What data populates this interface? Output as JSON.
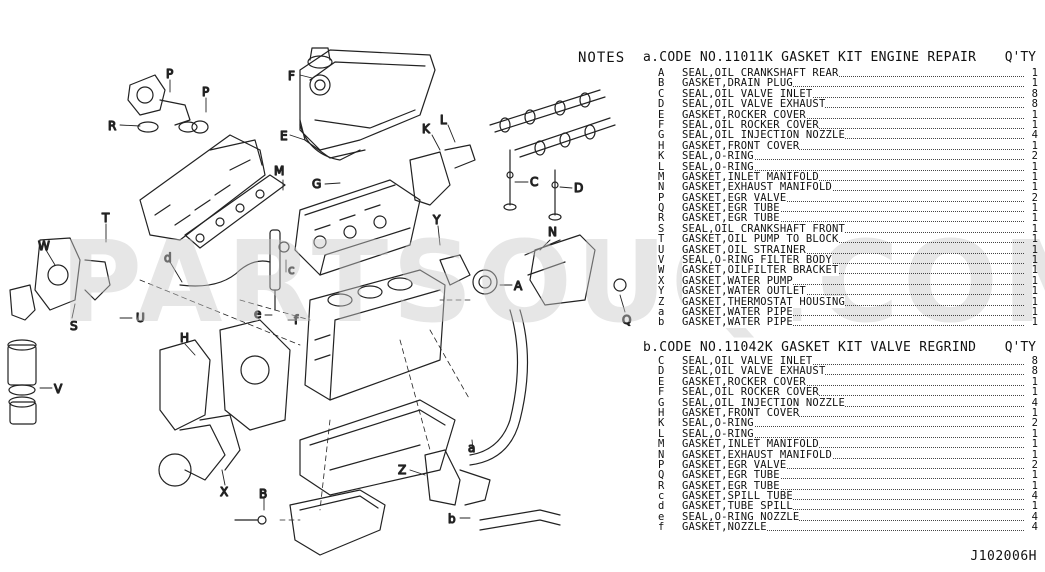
{
  "watermark": "PARTSOUQ.COM",
  "notes": {
    "word": "NOTES",
    "kits": [
      {
        "heading": "a.CODE NO.11011K GASKET KIT ENGINE REPAIR",
        "qty_heading": "Q'TY",
        "items": [
          {
            "letter": "A",
            "desc": "SEAL,OIL CRANKSHAFT REAR",
            "qty": "1"
          },
          {
            "letter": "B",
            "desc": "GASKET,DRAIN PLUG",
            "qty": "1"
          },
          {
            "letter": "C",
            "desc": "SEAL,OIL VALVE INLET",
            "qty": "8"
          },
          {
            "letter": "D",
            "desc": "SEAL,OIL VALVE EXHAUST",
            "qty": "8"
          },
          {
            "letter": "E",
            "desc": "GASKET,ROCKER COVER",
            "qty": "1"
          },
          {
            "letter": "F",
            "desc": "SEAL,OIL ROCKER COVER",
            "qty": "1"
          },
          {
            "letter": "G",
            "desc": "SEAL,OIL INJECTION NOZZLE",
            "qty": "4"
          },
          {
            "letter": "H",
            "desc": "GASKET,FRONT COVER",
            "qty": "1"
          },
          {
            "letter": "K",
            "desc": "SEAL,O-RING",
            "qty": "2"
          },
          {
            "letter": "L",
            "desc": "SEAL,O-RING",
            "qty": "1"
          },
          {
            "letter": "M",
            "desc": "GASKET,INLET MANIFOLD",
            "qty": "1"
          },
          {
            "letter": "N",
            "desc": "GASKET,EXHAUST MANIFOLD",
            "qty": "1"
          },
          {
            "letter": "P",
            "desc": "GASKET,EGR VALVE",
            "qty": "2"
          },
          {
            "letter": "Q",
            "desc": "GASKET,EGR TUBE",
            "qty": "1"
          },
          {
            "letter": "R",
            "desc": "GASKET,EGR TUBE",
            "qty": "1"
          },
          {
            "letter": "S",
            "desc": "SEAL,OIL CRANKSHAFT FRONT",
            "qty": "1"
          },
          {
            "letter": "T",
            "desc": "GASKET,OIL PUMP TO BLOCK",
            "qty": "1"
          },
          {
            "letter": "U",
            "desc": "GASKET,OIL STRAINER",
            "qty": "1"
          },
          {
            "letter": "V",
            "desc": "SEAL,O-RING FILTER BODY",
            "qty": "1"
          },
          {
            "letter": "W",
            "desc": "GASKET,OILFILTER BRACKET",
            "qty": "1"
          },
          {
            "letter": "X",
            "desc": "GASKET,WATER PUMP",
            "qty": "1"
          },
          {
            "letter": "Y",
            "desc": "GASKET,WATER OUTLET",
            "qty": "1"
          },
          {
            "letter": "Z",
            "desc": "GASKET,THERMOSTAT HOUSING",
            "qty": "1"
          },
          {
            "letter": "a",
            "desc": "GASKET,WATER PIPE",
            "qty": "1"
          },
          {
            "letter": "b",
            "desc": "GASKET,WATER PIPE",
            "qty": "1"
          }
        ]
      },
      {
        "heading": "b.CODE NO.11042K GASKET KIT VALVE REGRIND",
        "qty_heading": "Q'TY",
        "items": [
          {
            "letter": "C",
            "desc": "SEAL,OIL VALVE INLET",
            "qty": "8"
          },
          {
            "letter": "D",
            "desc": "SEAL,OIL VALVE EXHAUST",
            "qty": "8"
          },
          {
            "letter": "E",
            "desc": "GASKET,ROCKER COVER",
            "qty": "1"
          },
          {
            "letter": "F",
            "desc": "SEAL,OIL ROCKER COVER",
            "qty": "1"
          },
          {
            "letter": "G",
            "desc": "SEAL,OIL INJECTION NOZZLE",
            "qty": "4"
          },
          {
            "letter": "H",
            "desc": "GASKET,FRONT COVER",
            "qty": "1"
          },
          {
            "letter": "K",
            "desc": "SEAL,O-RING",
            "qty": "2"
          },
          {
            "letter": "L",
            "desc": "SEAL,O-RING",
            "qty": "1"
          },
          {
            "letter": "M",
            "desc": "GASKET,INLET MANIFOLD",
            "qty": "1"
          },
          {
            "letter": "N",
            "desc": "GASKET,EXHAUST MANIFOLD",
            "qty": "1"
          },
          {
            "letter": "P",
            "desc": "GASKET,EGR VALVE",
            "qty": "2"
          },
          {
            "letter": "Q",
            "desc": "GASKET,EGR TUBE",
            "qty": "1"
          },
          {
            "letter": "R",
            "desc": "GASKET,EGR TUBE",
            "qty": "1"
          },
          {
            "letter": "c",
            "desc": "GASKET,SPILL TUBE",
            "qty": "4"
          },
          {
            "letter": "d",
            "desc": "GASKET,TUBE SPILL",
            "qty": "1"
          },
          {
            "letter": "e",
            "desc": "SEAL,O-RING NOZZLE",
            "qty": "4"
          },
          {
            "letter": "f",
            "desc": "GASKET,NOZZLE",
            "qty": "4"
          }
        ]
      }
    ]
  },
  "diagram_labels": {
    "A": "A",
    "B": "B",
    "C": "C",
    "D": "D",
    "E": "E",
    "F": "F",
    "G": "G",
    "H": "H",
    "K": "K",
    "L": "L",
    "M": "M",
    "N": "N",
    "P": "P",
    "Q": "Q",
    "R": "R",
    "S": "S",
    "T": "T",
    "U": "U",
    "V": "V",
    "W": "W",
    "X": "X",
    "Y": "Y",
    "Z": "Z",
    "a": "a",
    "b": "b",
    "c": "c",
    "d": "d",
    "e": "e",
    "f": "f"
  },
  "diagram_code": "J102006H"
}
